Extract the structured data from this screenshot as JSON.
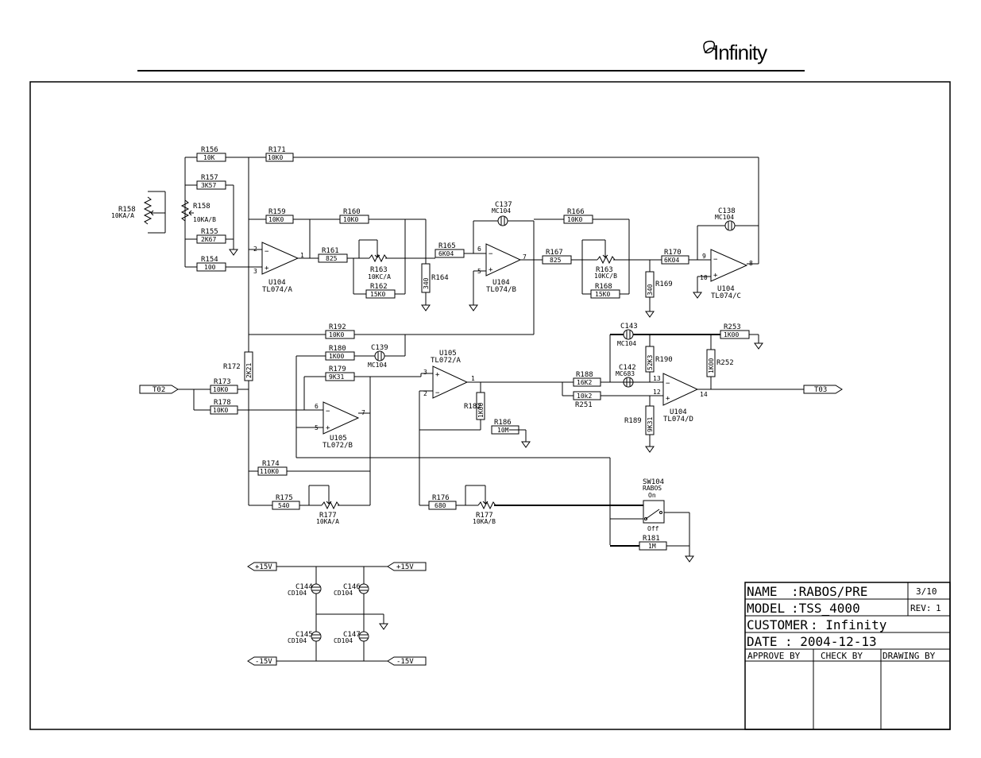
{
  "brand": {
    "logo_text": "Infinity"
  },
  "title_block": {
    "name_label": "NAME",
    "name_value": ":RABOS/PRE",
    "sheet": "3/10",
    "model_label": "MODEL",
    "model_value": ":TSS_4000",
    "rev_label": "REV:",
    "rev_value": "1",
    "customer_label": "CUSTOMER",
    "customer_value": ": Infinity",
    "date_label": "DATE",
    "date_value": ":  2004-12-13",
    "approve_label": "APPROVE BY",
    "check_label": "CHECK BY",
    "drawing_label": "DRAWING BY"
  },
  "components": {
    "R156": {
      "ref": "R156",
      "value": "10K"
    },
    "R171": {
      "ref": "R171",
      "value": "10K0"
    },
    "R157": {
      "ref": "R157",
      "value": "3K57"
    },
    "R158": {
      "ref": "R158",
      "value": "10KA/B"
    },
    "R158a": {
      "ref": "R158",
      "value": "10KA/A"
    },
    "R155": {
      "ref": "R155",
      "value": "2K67"
    },
    "R154": {
      "ref": "R154",
      "value": "100"
    },
    "R159": {
      "ref": "R159",
      "value": "10K0"
    },
    "R160": {
      "ref": "R160",
      "value": "10K0"
    },
    "R161": {
      "ref": "R161",
      "value": "825"
    },
    "R163a": {
      "ref": "R163",
      "value": "10KC/A"
    },
    "R162": {
      "ref": "R162",
      "value": "15K0"
    },
    "R164": {
      "ref": "R164",
      "value": "340"
    },
    "R165": {
      "ref": "R165",
      "value": "6K04"
    },
    "C137": {
      "ref": "C137",
      "value": "MC104"
    },
    "R166": {
      "ref": "R166",
      "value": "10K0"
    },
    "R167": {
      "ref": "R167",
      "value": "825"
    },
    "R163b": {
      "ref": "R163",
      "value": "10KC/B"
    },
    "R168": {
      "ref": "R168",
      "value": "15K0"
    },
    "R169": {
      "ref": "R169",
      "value": "340"
    },
    "R170": {
      "ref": "R170",
      "value": "6K04"
    },
    "C138": {
      "ref": "C138",
      "value": "MC104"
    },
    "U104A": {
      "ref": "U104",
      "value": "TL074/A"
    },
    "U104B": {
      "ref": "U104",
      "value": "TL074/B"
    },
    "U104C": {
      "ref": "U104",
      "value": "TL074/C"
    },
    "U104D": {
      "ref": "U104",
      "value": "TL074/D"
    },
    "R192": {
      "ref": "R192",
      "value": "10K0"
    },
    "R180": {
      "ref": "R180",
      "value": "1K00"
    },
    "C139": {
      "ref": "C139",
      "value": "MC104"
    },
    "R179": {
      "ref": "R179",
      "value": "9K31"
    },
    "R172": {
      "ref": "R172",
      "value": "2K21"
    },
    "R173": {
      "ref": "R173",
      "value": "10K0"
    },
    "R178": {
      "ref": "R178",
      "value": "10K0"
    },
    "U105A": {
      "ref": "U105",
      "value": "TL072/A"
    },
    "U105B": {
      "ref": "U105",
      "value": "TL072/B"
    },
    "R182": {
      "ref": "R182",
      "value": "1K00"
    },
    "R186": {
      "ref": "R186",
      "value": "10M"
    },
    "R188": {
      "ref": "R188",
      "value": "16K2"
    },
    "R251": {
      "ref": "R251",
      "value": "10k2"
    },
    "C143": {
      "ref": "C143",
      "value": "MC104"
    },
    "R190": {
      "ref": "R190",
      "value": "52K3"
    },
    "C142": {
      "ref": "C142",
      "value": "MC683"
    },
    "R253": {
      "ref": "R253",
      "value": "1K00"
    },
    "R252": {
      "ref": "R252",
      "value": "1K00"
    },
    "R189": {
      "ref": "R189",
      "value": "9K31"
    },
    "R174": {
      "ref": "R174",
      "value": "110K0"
    },
    "R175": {
      "ref": "R175",
      "value": "540"
    },
    "R177a": {
      "ref": "R177",
      "value": "10KA/A"
    },
    "R176": {
      "ref": "R176",
      "value": "680"
    },
    "R177b": {
      "ref": "R177",
      "value": "10KA/B"
    },
    "SW104": {
      "ref": "SW104",
      "value": "RABOS",
      "on": "On",
      "off": "Off"
    },
    "R181": {
      "ref": "R181",
      "value": "1M"
    },
    "C144": {
      "ref": "C144",
      "value": "CD104"
    },
    "C146": {
      "ref": "C146",
      "value": "CD104"
    },
    "C145": {
      "ref": "C145",
      "value": "CD104"
    },
    "C147": {
      "ref": "C147",
      "value": "CD104"
    }
  },
  "ports": {
    "t02": "T02",
    "t03": "T03",
    "p15a": "+15V",
    "p15b": "+15V",
    "m15a": "-15V",
    "m15b": "-15V"
  },
  "pins": {
    "u104a_in_neg": "2",
    "u104a_in_pos": "3",
    "u104a_out": "1",
    "u104b_in_neg": "6",
    "u104b_in_pos": "5",
    "u104b_out": "7",
    "u104c_in_neg": "9",
    "u104c_in_pos": "10",
    "u104c_out": "8",
    "u104d_in_neg": "13",
    "u104d_in_pos": "12",
    "u104d_out": "14",
    "u105a_in_pos": "3",
    "u105a_in_neg": "2",
    "u105a_out": "1",
    "u105b_in_neg": "6",
    "u105b_in_pos": "5",
    "u105b_out": "7"
  }
}
